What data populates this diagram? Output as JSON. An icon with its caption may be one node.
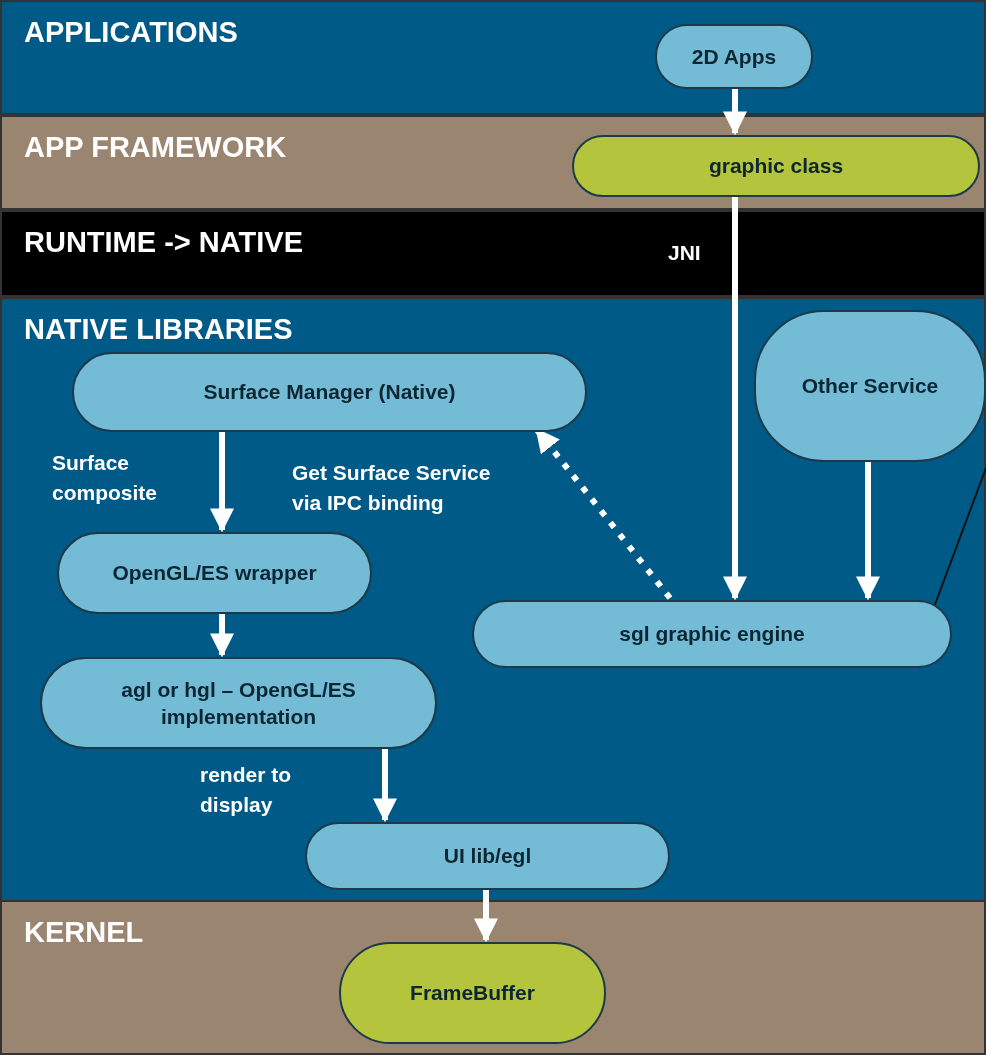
{
  "diagram": {
    "nodes": [
      {
        "text": [
          "APPLICATIONS"
        ]
      },
      {
        "text": [
          "2D Apps"
        ],
        "in": 0
      },
      {
        "text": [
          "APP FRAMEWORK"
        ]
      },
      {
        "text": [
          "graphic class"
        ],
        "in": 2
      },
      {
        "text": [
          "RUNTIME -> NATIVE"
        ]
      },
      {
        "text": [
          "NATIVE LIBRARIES"
        ]
      },
      {
        "text": [
          "Surface Manager (Native)"
        ],
        "in": 5
      },
      {
        "text": [
          "Other Service"
        ],
        "in": 5
      },
      {
        "text": [
          "OpenGL/ES wrapper"
        ],
        "in": 5
      },
      {
        "text": [
          "sgl graphic engine"
        ],
        "in": 5
      },
      {
        "text": [
          "agl or hgl – OpenGL/ES implementation"
        ],
        "in": 5
      },
      {
        "text": [
          "UI lib/egl"
        ],
        "in": 5
      },
      {
        "text": [
          "KERNEL"
        ]
      },
      {
        "text": [
          "FrameBuffer"
        ],
        "in": 12
      }
    ],
    "edges": [
      {
        "from": 1,
        "to": 3,
        "arrow": "to"
      },
      {
        "from": 3,
        "to": 9,
        "arrow": "to",
        "label": "JNI"
      },
      {
        "from": 6,
        "to": 8,
        "arrow": "to",
        "label": "Surface composite"
      },
      {
        "from": 9,
        "to": 6,
        "arrow": "to",
        "label": "Get Surface Service via IPC binding",
        "style": "dashed"
      },
      {
        "from": 7,
        "to": 9,
        "arrow": "to"
      },
      {
        "from": 8,
        "to": 10,
        "arrow": "to"
      },
      {
        "from": 10,
        "to": 11,
        "arrow": "to",
        "label": "render to display"
      },
      {
        "from": 11,
        "to": 13,
        "arrow": "to"
      },
      {
        "from": 9,
        "to": null,
        "arrow": "none",
        "color": "#111111"
      }
    ]
  }
}
